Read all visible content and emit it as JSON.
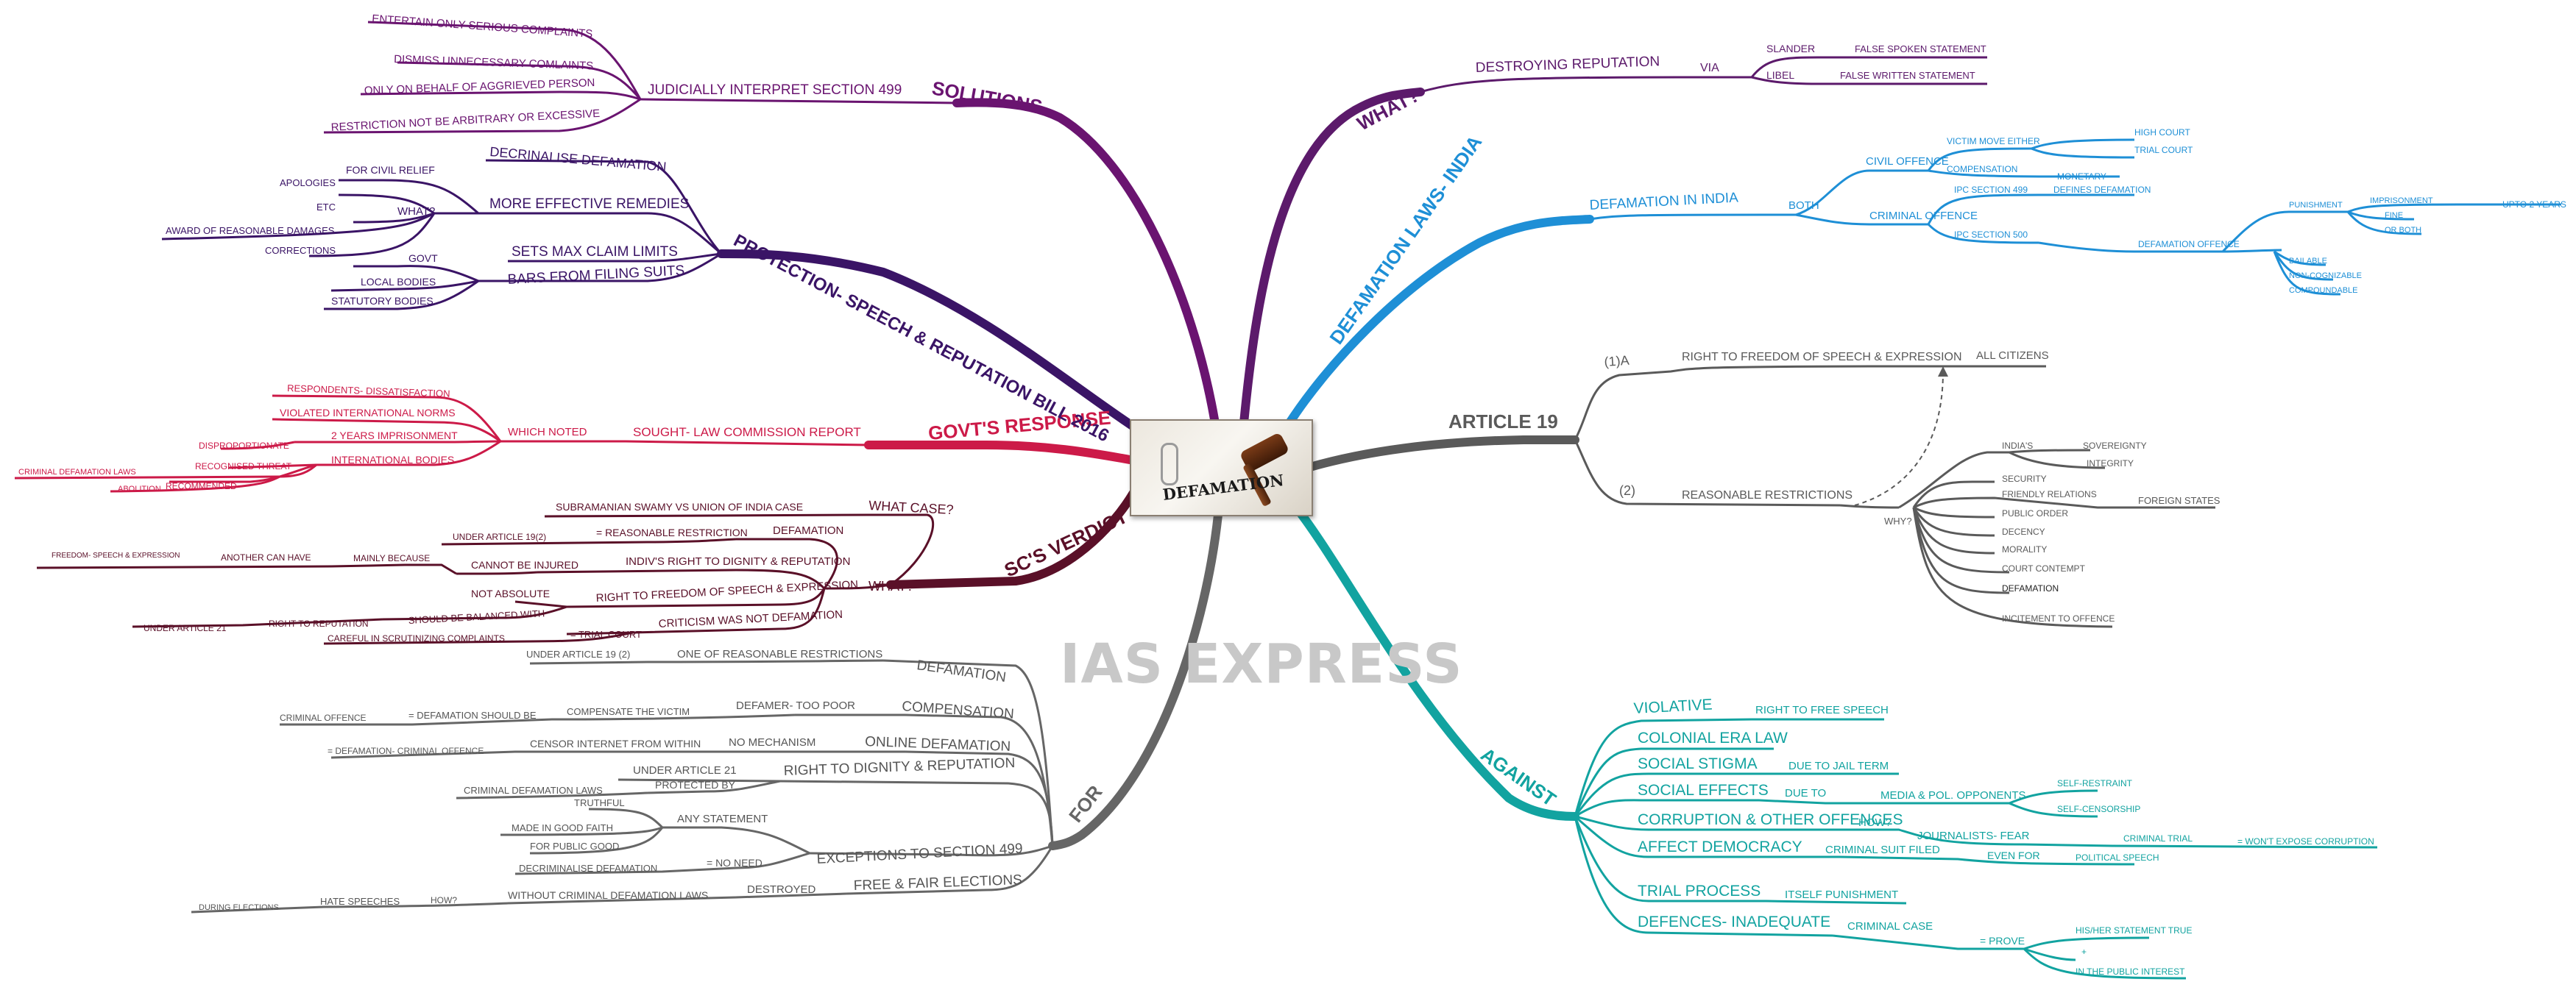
{
  "watermark": "IAS EXPRESS",
  "center": {
    "label": "DEFAMATION"
  },
  "colors": {
    "what": "#5c1a6b",
    "india": "#1e8fd6",
    "article": "#5a5a5a",
    "against": "#12a3a0",
    "for": "#666666",
    "verdict": "#5a1028",
    "response": "#cc1a48",
    "protection": "#3a1466",
    "solutions": "#6a1470"
  },
  "main": {
    "what": "WHAT?",
    "india": "DEFAMATION LAWS- INDIA",
    "article": "ARTICLE 19",
    "against": "AGAINST",
    "for": "FOR",
    "verdict": "SC'S VERDICT",
    "response": "GOVT'S RESPONSE",
    "protection": "PROTECTION- SPEECH & REPUTATION BILL 2016",
    "solutions": "SOLUTIONS"
  },
  "what_branch": {
    "destroying": "DESTROYING REPUTATION",
    "via": "VIA",
    "slander": "SLANDER",
    "slander_def": "FALSE SPOKEN STATEMENT",
    "libel": "LIBEL",
    "libel_def": "FALSE WRITTEN STATEMENT"
  },
  "india_branch": {
    "in_india": "DEFAMATION IN INDIA",
    "both": "BOTH",
    "civil": "CIVIL OFFENCE",
    "victim": "VICTIM MOVE EITHER",
    "high_court": "HIGH COURT",
    "trial_court": "TRIAL COURT",
    "compensation": "COMPENSATION",
    "monetary": "MONETARY",
    "criminal": "CRIMINAL OFFENCE",
    "ipc499": "IPC SECTION 499",
    "defines": "DEFINES DEFAMATION",
    "ipc500": "IPC SECTION 500",
    "punishment": "PUNISHMENT",
    "imprisonment": "IMPRISONMENT",
    "upto": "UPTO 2 YEARS",
    "fine": "FINE",
    "or_both": "OR BOTH",
    "def_offence": "DEFAMATION OFFENCE",
    "bailable": "BAILABLE",
    "non_cog": "NON-COGNIZABLE",
    "compoundable": "COMPOUNDABLE"
  },
  "article_branch": {
    "one_a": "(1)A",
    "right": "RIGHT TO FREEDOM OF SPEECH & EXPRESSION",
    "all_citizens": "ALL CITIZENS",
    "two": "(2)",
    "reasonable": "REASONABLE RESTRICTIONS",
    "why": "WHY?",
    "indias": "INDIA'S",
    "sovereignty": "SOVEREIGNTY",
    "integrity": "INTEGRITY",
    "security": "SECURITY",
    "friendly": "FRIENDLY RELATIONS",
    "foreign": "FOREIGN STATES",
    "public_order": "PUBLIC ORDER",
    "decency": "DECENCY",
    "morality": "MORALITY",
    "contempt": "COURT CONTEMPT",
    "defamation": "DEFAMATION",
    "incitement": "INCITEMENT TO OFFENCE"
  },
  "against_branch": {
    "violative": "VIOLATIVE",
    "free_speech": "RIGHT TO FREE SPEECH",
    "colonial": "COLONIAL ERA LAW",
    "stigma": "SOCIAL STIGMA",
    "jail": "DUE TO JAIL TERM",
    "effects": "SOCIAL EFFECTS",
    "due_to": "DUE TO",
    "media": "MEDIA & POL. OPPONENTS",
    "restraint": "SELF-RESTRAINT",
    "censorship": "SELF-CENSORSHIP",
    "corruption": "CORRUPTION & OTHER OFFENCES",
    "how": "HOW?",
    "journalists": "JOURNALISTS- FEAR",
    "criminal_trial": "CRIMINAL TRIAL",
    "wont_expose": "= WON'T EXPOSE CORRUPTION",
    "democracy": "AFFECT DEMOCRACY",
    "suit": "CRIMINAL SUIT FILED",
    "even_for": "EVEN FOR",
    "political": "POLITICAL SPEECH",
    "trial_process": "TRIAL PROCESS",
    "itself": "ITSELF PUNISHMENT",
    "defences": "DEFENCES- INADEQUATE",
    "criminal_case": "CRIMINAL CASE",
    "prove": "= PROVE",
    "true": "HIS/HER STATEMENT TRUE",
    "plus": "+",
    "interest": "IN THE PUBLIC INTEREST"
  },
  "for_branch": {
    "defamation": "DEFAMATION",
    "under19": "UNDER ARTICLE 19 (2)",
    "one_of": "ONE OF REASONABLE RESTRICTIONS",
    "compensation": "COMPENSATION",
    "defamer": "DEFAMER- TOO POOR",
    "compensate": "COMPENSATE THE VICTIM",
    "should_be": "= DEFAMATION SHOULD BE",
    "criminal_offence": "CRIMINAL OFFENCE",
    "online": "ONLINE DEFAMATION",
    "no_mechanism": "NO MECHANISM",
    "censor": "CENSOR INTERNET FROM WITHIN",
    "def_criminal": "= DEFAMATION- CRIMINAL OFFENCE",
    "dignity": "RIGHT TO DIGNITY & REPUTATION",
    "under21": "UNDER ARTICLE 21",
    "protected": "PROTECTED BY",
    "crim_laws": "CRIMINAL DEFAMATION LAWS",
    "exceptions": "EXCEPTIONS TO SECTION 499",
    "any_statement": "ANY STATEMENT",
    "truthful": "TRUTHFUL",
    "good_faith": "MADE IN GOOD FAITH",
    "public_good": "FOR PUBLIC GOOD",
    "no_need": "= NO NEED",
    "decrim": "DECRIMINALISE DEFAMATION",
    "elections": "FREE & FAIR ELECTIONS",
    "destroyed": "DESTROYED",
    "without": "WITHOUT CRIMINAL DEFAMATION LAWS",
    "how": "HOW?",
    "hate": "HATE SPEECHES",
    "during": "DURING ELECTIONS"
  },
  "verdict_branch": {
    "what_case": "WHAT CASE?",
    "swamy": "SUBRAMANIAN SWAMY VS UNION OF INDIA CASE",
    "what": "WHAT?",
    "defamation": "DEFAMATION",
    "reasonable": "= REASONABLE RESTRICTION",
    "under19": "UNDER ARTICLE 19(2)",
    "dignity": "INDIV'S RIGHT TO DIGNITY & REPUTATION",
    "cannot": "CANNOT BE INJURED",
    "mainly": "MAINLY BECAUSE",
    "another": "ANOTHER CAN HAVE",
    "freedom": "FREEDOM- SPEECH & EXPRESSION",
    "right_speech": "RIGHT TO FREEDOM OF SPEECH & EXPRESSION",
    "not_absolute": "NOT ABSOLUTE",
    "balanced": "SHOULD BE BALANCED WITH",
    "reputation": "RIGHT TO REPUTATION",
    "under21": "UNDER ARTICLE 21",
    "criticism": "CRITICISM WAS NOT DEFAMATION",
    "trial": "= TRIAL COURT",
    "careful": "CAREFUL IN SCRUTINIZING COMPLAINTS"
  },
  "response_branch": {
    "sought": "SOUGHT- LAW COMMISSION REPORT",
    "noted": "WHICH NOTED",
    "dissatisfaction": "RESPONDENTS- DISSATISFACTION",
    "violated": "VIOLATED INTERNATIONAL NORMS",
    "two_years": "2 YEARS IMPRISONMENT",
    "disproportionate": "DISPROPORTIONATE",
    "intl_bodies": "INTERNATIONAL BODIES",
    "threat": "RECOGNISED THREAT",
    "recommended": "RECOMMENDED",
    "crim_laws": "CRIMINAL DEFAMATION LAWS",
    "abolition": "ABOLITION"
  },
  "protection_branch": {
    "decrim": "DECRINALISE DEFAMATION",
    "remedies": "MORE EFFECTIVE REMEDIES",
    "civil_relief": "FOR CIVIL RELIEF",
    "what": "WHAT?",
    "apologies": "APOLOGIES",
    "etc": "ETC",
    "award": "AWARD OF REASONABLE DAMAGES",
    "corrections": "CORRECTIONS",
    "max": "SETS MAX CLAIM LIMITS",
    "bars": "BARS FROM FILING SUITS",
    "govt": "GOVT",
    "local": "LOCAL BODIES",
    "statutory": "STATUTORY BODIES"
  },
  "solutions_branch": {
    "interpret": "JUDICIALLY INTERPRET SECTION 499",
    "serious": "ENTERTAIN ONLY SERIOUS COMPLAINTS",
    "dismiss": "DISMISS UNNECESSARY COMLAINTS",
    "behalf": "ONLY ON BEHALF OF AGGRIEVED PERSON",
    "restriction": "RESTRICTION NOT BE ARBITRARY OR EXCESSIVE"
  }
}
